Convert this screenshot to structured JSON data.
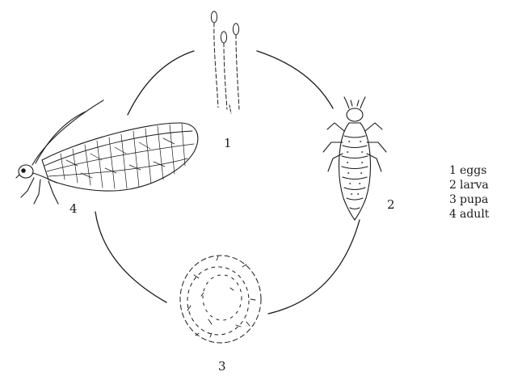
{
  "diagram": {
    "stages": [
      {
        "number": "1",
        "name": "eggs",
        "icon": "eggs-icon"
      },
      {
        "number": "2",
        "name": "larva",
        "icon": "larva-icon"
      },
      {
        "number": "3",
        "name": "pupa",
        "icon": "pupa-icon"
      },
      {
        "number": "4",
        "name": "adult",
        "icon": "adult-lacewing-icon"
      }
    ],
    "legend": [
      {
        "number": "1",
        "label": "eggs"
      },
      {
        "number": "2",
        "label": "larva"
      },
      {
        "number": "3",
        "label": "pupa"
      },
      {
        "number": "4",
        "label": "adult"
      }
    ],
    "colors": {
      "ink": "#1a1a1a",
      "background": "#ffffff"
    }
  }
}
